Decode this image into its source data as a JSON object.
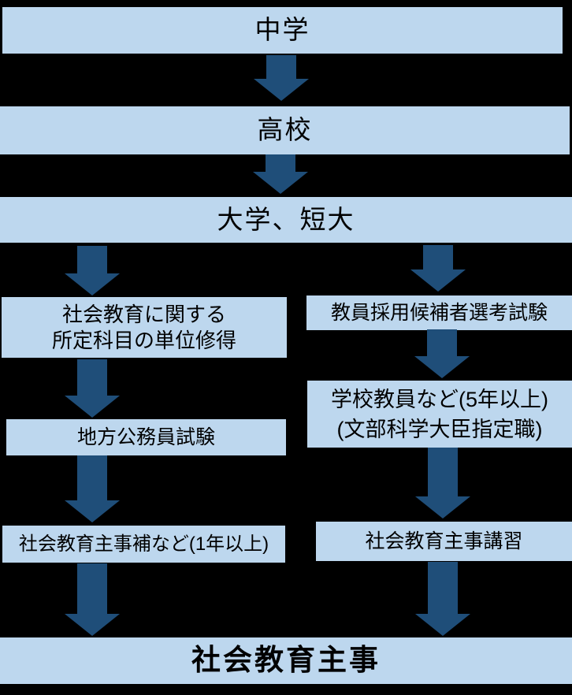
{
  "colors": {
    "background": "#000000",
    "node_fill": "#BDD7EE",
    "arrow": "#1F4E79",
    "text": "#000000"
  },
  "nodes": {
    "junior_high": {
      "label": "中学"
    },
    "high_school": {
      "label": "高校"
    },
    "university": {
      "label": "大学、短大"
    },
    "left_credits": {
      "line1": "社会教育に関する",
      "line2": "所定科目の単位修得"
    },
    "left_civil_exam": {
      "label": "地方公務員試験"
    },
    "left_assistant": {
      "label": "社会教育主事補など(1年以上)"
    },
    "right_teacher_exam": {
      "label": "教員採用候補者選考試験"
    },
    "right_teacher": {
      "line1": "学校教員など(5年以上)",
      "line2": "(文部科学大臣指定職)"
    },
    "right_course": {
      "label": "社会教育主事講習"
    },
    "final": {
      "label": "社会教育主事"
    }
  }
}
